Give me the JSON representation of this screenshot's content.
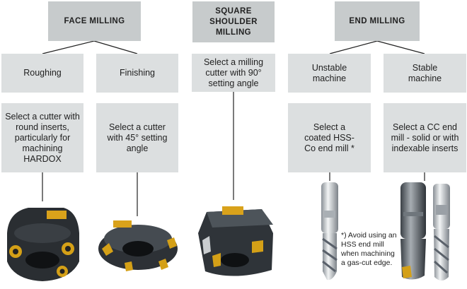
{
  "face_milling": {
    "title": "FACE MILLING",
    "roughing": {
      "label": "Roughing",
      "advice": "Select a cutter with round inserts, particularly for machining HARDOX"
    },
    "finishing": {
      "label": "Finishing",
      "advice": "Select a cutter with 45° setting angle"
    }
  },
  "square_shoulder": {
    "title": "SQUARE SHOULDER MILLING",
    "advice": "Select a milling cutter with 90° setting angle"
  },
  "end_milling": {
    "title": "END MILLING",
    "unstable": {
      "label": "Unstable machine",
      "advice": "Select a coated HSS-Co end mill *"
    },
    "stable": {
      "label": "Stable machine",
      "advice": "Select a CC end mill - solid or with indexable inserts"
    }
  },
  "footnote": "*) Avoid using an HSS end mill when machining a gas-cut edge.",
  "colors": {
    "header_box": "#c7cbcc",
    "content_box": "#dcdfe0",
    "connector": "#222222",
    "insert_gold": "#d4a017",
    "cutter_body": "#2b2f33"
  }
}
